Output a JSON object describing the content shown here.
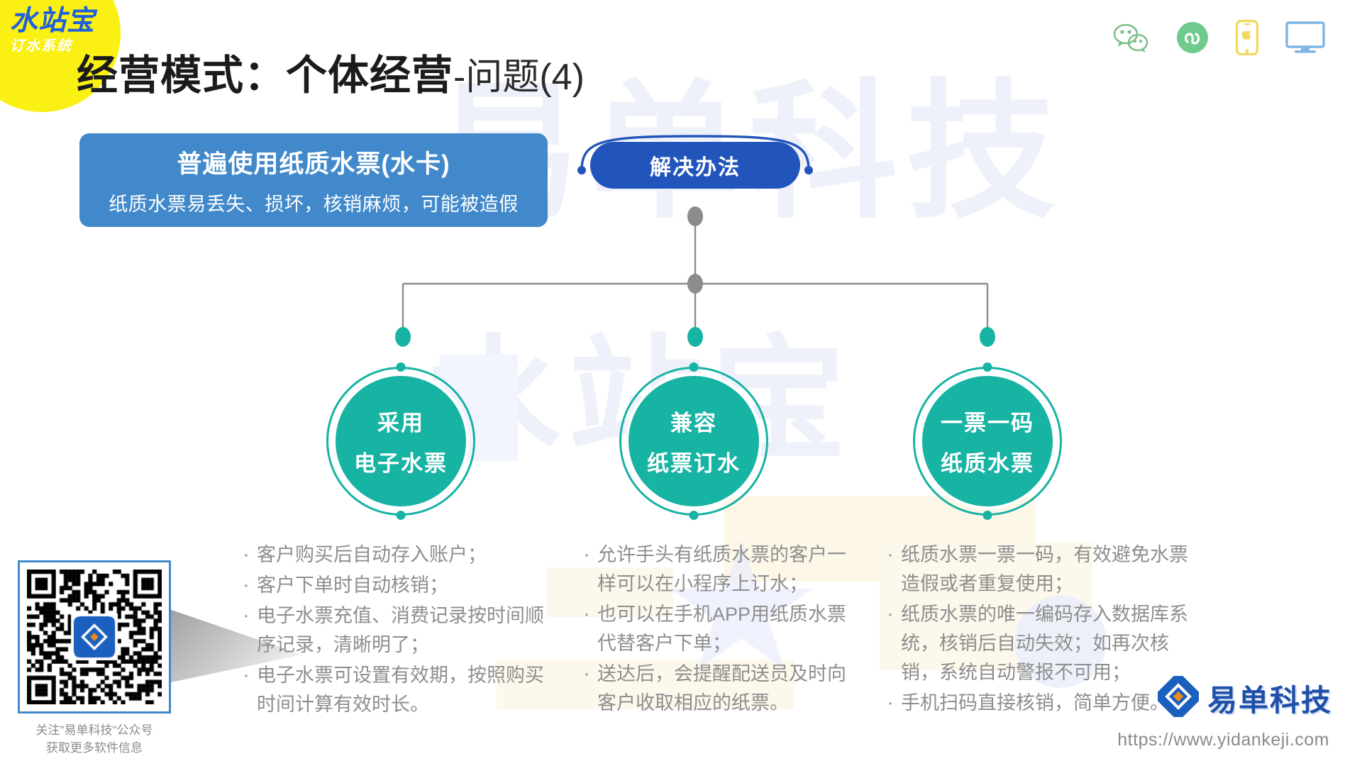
{
  "brandBadge": {
    "main": "水站宝",
    "sub": "订水系统"
  },
  "title": {
    "main": "经营模式：个体经营",
    "suffix": "-问题(4)"
  },
  "topIcons": [
    {
      "name": "wechat-icon",
      "label": "微信",
      "color": "#7fc08a"
    },
    {
      "name": "mini-program-icon",
      "label": "小程序",
      "color": "#6ecb8d"
    },
    {
      "name": "iphone-icon",
      "label": "手机APP",
      "color": "#f5e26b"
    },
    {
      "name": "desktop-icon",
      "label": "电脑端",
      "color": "#7fb6e3"
    }
  ],
  "problem": {
    "title": "普遍使用纸质水票(水卡)",
    "description": "纸质水票易丢失、损坏，核销麻烦，可能被造假",
    "color": "#4189ca"
  },
  "solution": {
    "label": "解决办法",
    "color": "#2255bb"
  },
  "nodes": [
    {
      "line1": "采用",
      "line2": "电子水票"
    },
    {
      "line1": "兼容",
      "line2": "纸票订水"
    },
    {
      "line1": "一票一码",
      "line2": "纸质水票"
    }
  ],
  "accentColor": "#17b3a3",
  "columns": [
    {
      "items": [
        "客户购买后自动存入账户；",
        "客户下单时自动核销；",
        "电子水票充值、消费记录按时间顺序记录，清晰明了；",
        "电子水票可设置有效期，按照购买时间计算有效时长。"
      ]
    },
    {
      "items": [
        "允许手头有纸质水票的客户一样可以在小程序上订水；",
        "也可以在手机APP用纸质水票代替客户下单；",
        "送达后，会提醒配送员及时向客户收取相应的纸票。"
      ]
    },
    {
      "items": [
        "纸质水票一票一码，有效避免水票造假或者重复使用；",
        "纸质水票的唯一编码存入数据库系统，核销后自动失效；如再次核销，系统自动警报不可用；",
        "手机扫码直接核销，简单方便。"
      ]
    }
  ],
  "qr": {
    "caption_line1": "关注\"易单科技\"公众号",
    "caption_line2": "获取更多软件信息"
  },
  "footer": {
    "brandName": "易单科技",
    "url": "https://www.yidankeji.com"
  },
  "watermark": {
    "top": "易单科技",
    "bottom": "水站宝"
  }
}
